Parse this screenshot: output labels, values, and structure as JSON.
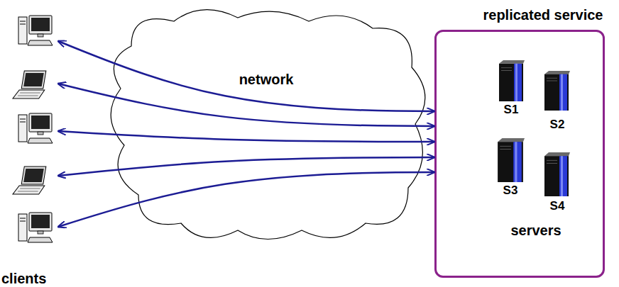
{
  "diagram": {
    "nodes": [
      {
        "text": [
          "replicated service",
          "servers"
        ]
      },
      {
        "text": [
          "S1"
        ],
        "in": 0
      },
      {
        "text": [
          "S2"
        ],
        "in": 0
      },
      {
        "text": [
          "S3"
        ],
        "in": 0
      },
      {
        "text": [
          "S4"
        ],
        "in": 0
      },
      {
        "text": [
          "network"
        ]
      },
      {
        "text": [
          "clients"
        ]
      }
    ],
    "edges": [
      {
        "from": 6,
        "to": 0,
        "arrow": "both"
      },
      {
        "from": 6,
        "to": 0,
        "arrow": "both"
      },
      {
        "from": 6,
        "to": 0,
        "arrow": "both"
      },
      {
        "from": 6,
        "to": 0,
        "arrow": "both"
      },
      {
        "from": 6,
        "to": 0,
        "arrow": "both"
      }
    ]
  }
}
